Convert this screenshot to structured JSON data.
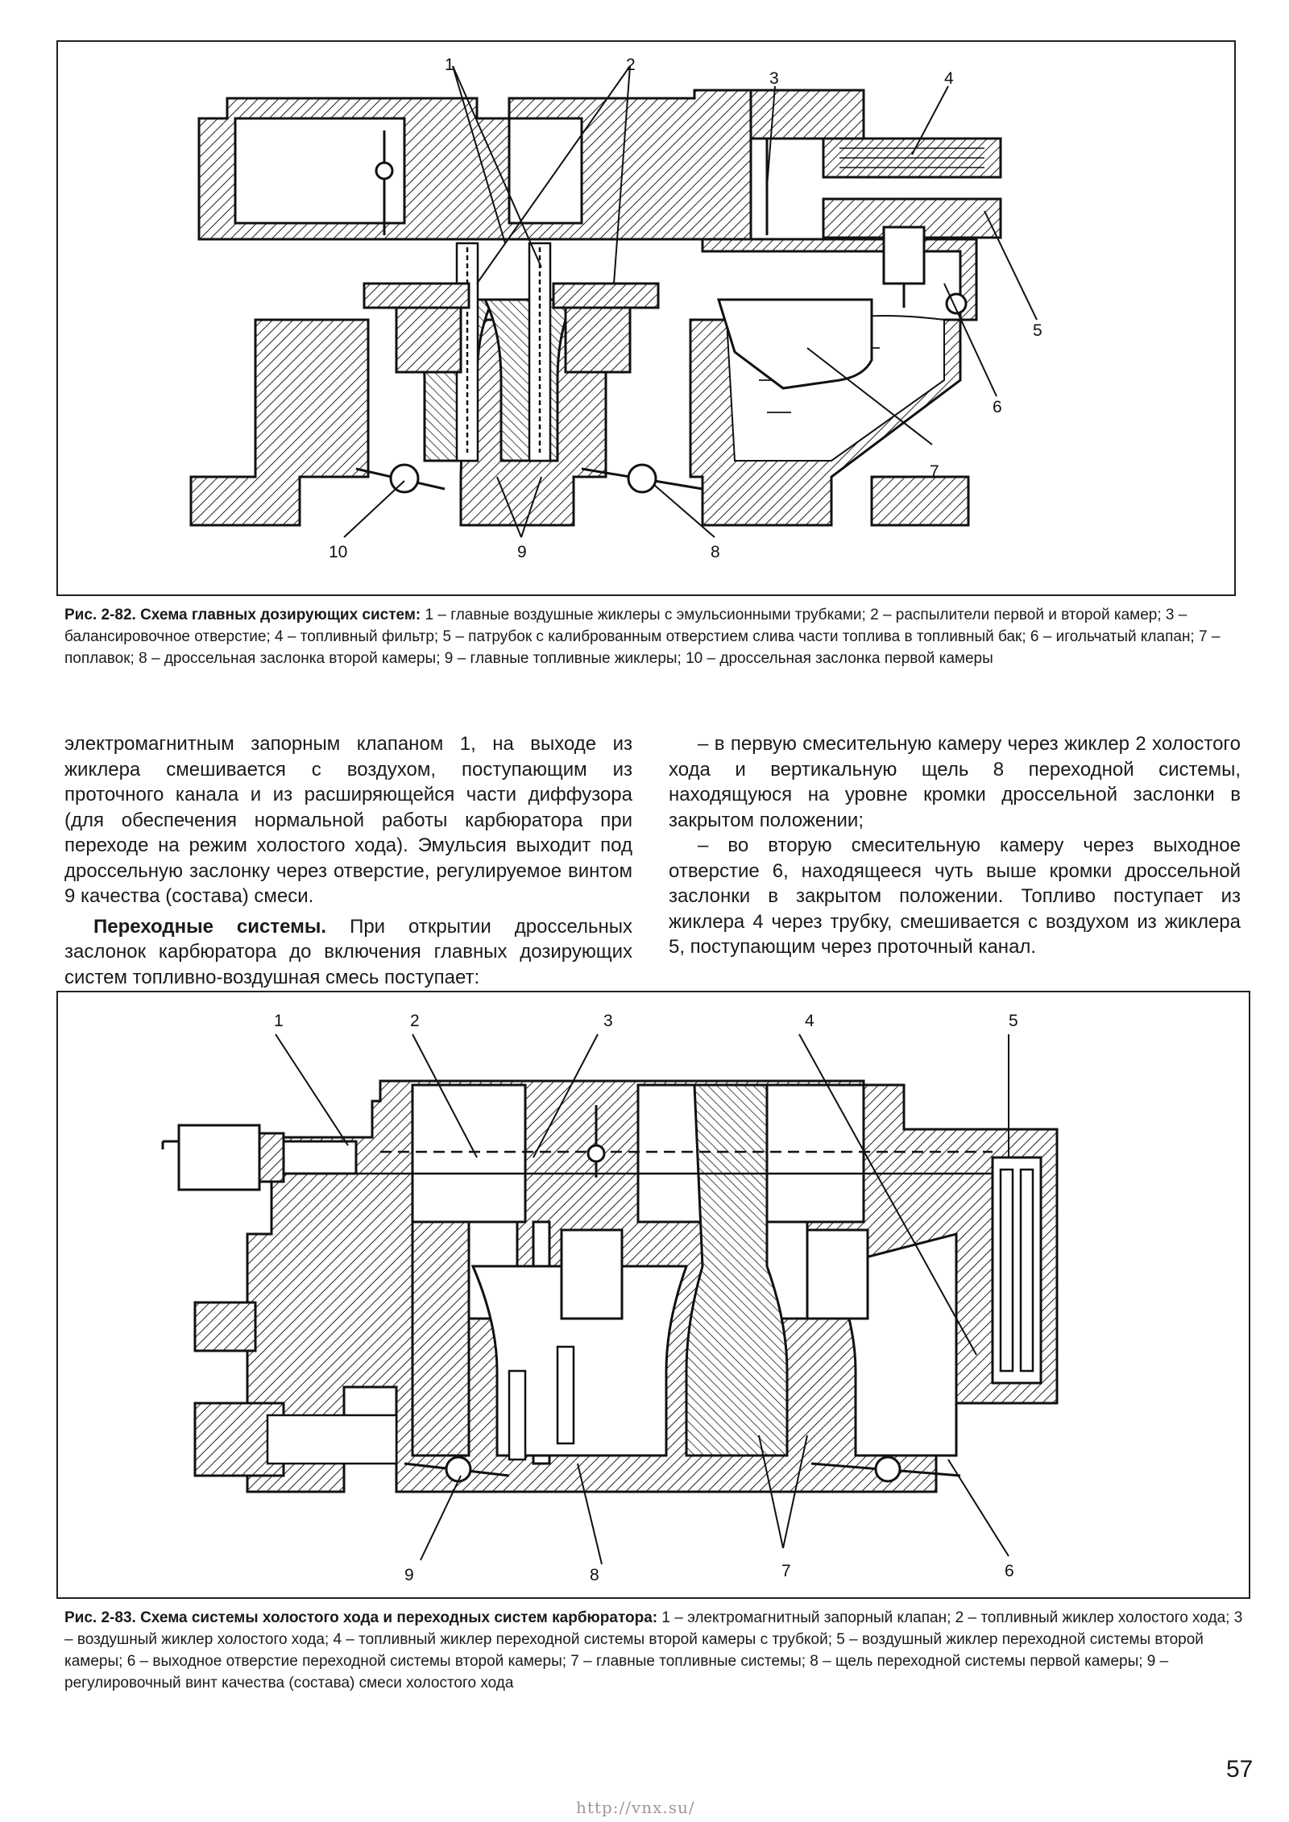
{
  "figure1": {
    "callouts": [
      "1",
      "2",
      "3",
      "4",
      "5",
      "6",
      "7",
      "8",
      "9",
      "10"
    ],
    "caption_label": "Рис. 2-82.",
    "caption_title": "Схема главных дозирующих систем:",
    "caption_text": "1 – главные воздушные жиклеры с эмульсионными трубками; 2 – распылители первой и второй камер; 3 – балансировочное отверстие; 4 – топливный фильтр; 5 – патрубок с калиброванным отверстием слива части топлива в топливный бак; 6 – игольчатый клапан; 7 – поплавок; 8 – дроссельная заслонка второй камеры; 9 – главные топливные жиклеры; 10 – дроссельная заслонка первой камеры"
  },
  "text": {
    "left_p1": "электромагнитным запорным клапаном 1, на выходе из жиклера смешивается с воздухом, поступающим из проточного канала и из расширяющейся части диффузора (для обеспечения нормальной работы карбюратора при переходе на режим холостого хода). Эмульсия выходит под дроссельную заслонку через отверстие, регулируемое винтом 9 качества (состава) смеси.",
    "left_p2_heading": "Переходные системы.",
    "left_p2": "При открытии дроссельных заслонок карбюратора до включения главных дозирующих систем топливно-воздушная смесь поступает:",
    "right_p1": "– в первую смесительную камеру через жиклер 2 холостого хода и вертикальную щель 8 переходной системы, находящуюся на уровне кромки дроссельной заслонки в закрытом положении;",
    "right_p2": "– во вторую смесительную камеру через выходное отверстие 6, находящееся чуть выше кромки дроссельной заслонки в закрытом положении. Топливо поступает из жиклера 4 через трубку, смешивается с воздухом из жиклера 5, поступающим через проточный канал."
  },
  "figure2": {
    "callouts": [
      "1",
      "2",
      "3",
      "4",
      "5",
      "6",
      "7",
      "8",
      "9"
    ],
    "caption_label": "Рис. 2-83.",
    "caption_title": "Схема системы холостого хода и переходных систем карбюратора:",
    "caption_text": "1 – электромагнитный запорный клапан; 2 – топливный жиклер холостого хода; 3 – воздушный жиклер холостого хода; 4 – топливный жиклер переходной системы второй камеры с трубкой; 5 – воздушный жиклер переходной системы второй камеры; 6 – выходное отверстие переходной системы второй камеры; 7 – главные топливные системы; 8 – щель переходной системы первой камеры; 9 – регулировочный винт качества (состава) смеси холостого хода"
  },
  "page_number": "57",
  "footer_url": "http://vnx.su/"
}
